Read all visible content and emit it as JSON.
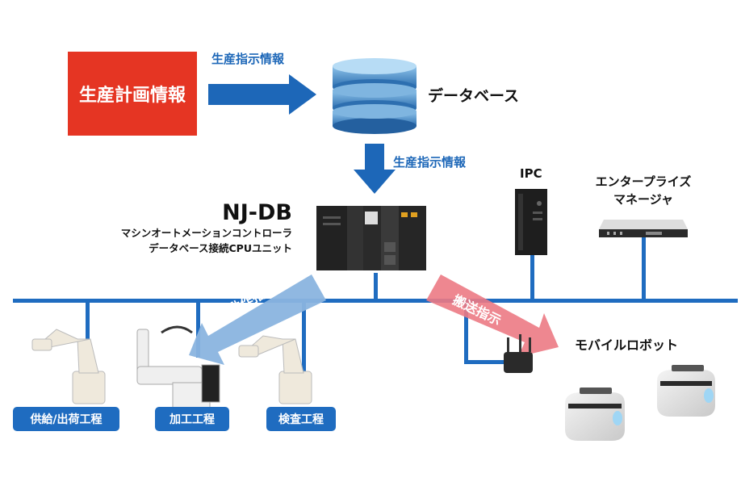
{
  "plan_box": {
    "label": "生産計画情報"
  },
  "flow_label_top": "生産指示情報",
  "database": {
    "label": "データベース"
  },
  "flow_label_mid": "生産指示情報",
  "controller": {
    "title": "NJ-DB",
    "subtitle_line1": "マシンオートメーションコントローラ",
    "subtitle_line2": "データベース接続CPUユニット"
  },
  "ipc": {
    "label": "IPC"
  },
  "enterprise_manager": {
    "line1": "エンタープライズ",
    "line2": "マネージャ"
  },
  "arrow_operation": {
    "label": "動作指示"
  },
  "arrow_transport": {
    "label": "搬送指示"
  },
  "mobile_robot": {
    "label": "モバイルロボット"
  },
  "stations": [
    {
      "label": "供給/出荷工程"
    },
    {
      "label": "加工工程"
    },
    {
      "label": "検査工程"
    }
  ],
  "colors": {
    "network_blue": "#1f6cc0",
    "plan_red": "#e53523",
    "operation_arrow": "#8ab4df",
    "transport_arrow": "#ec7a84"
  }
}
